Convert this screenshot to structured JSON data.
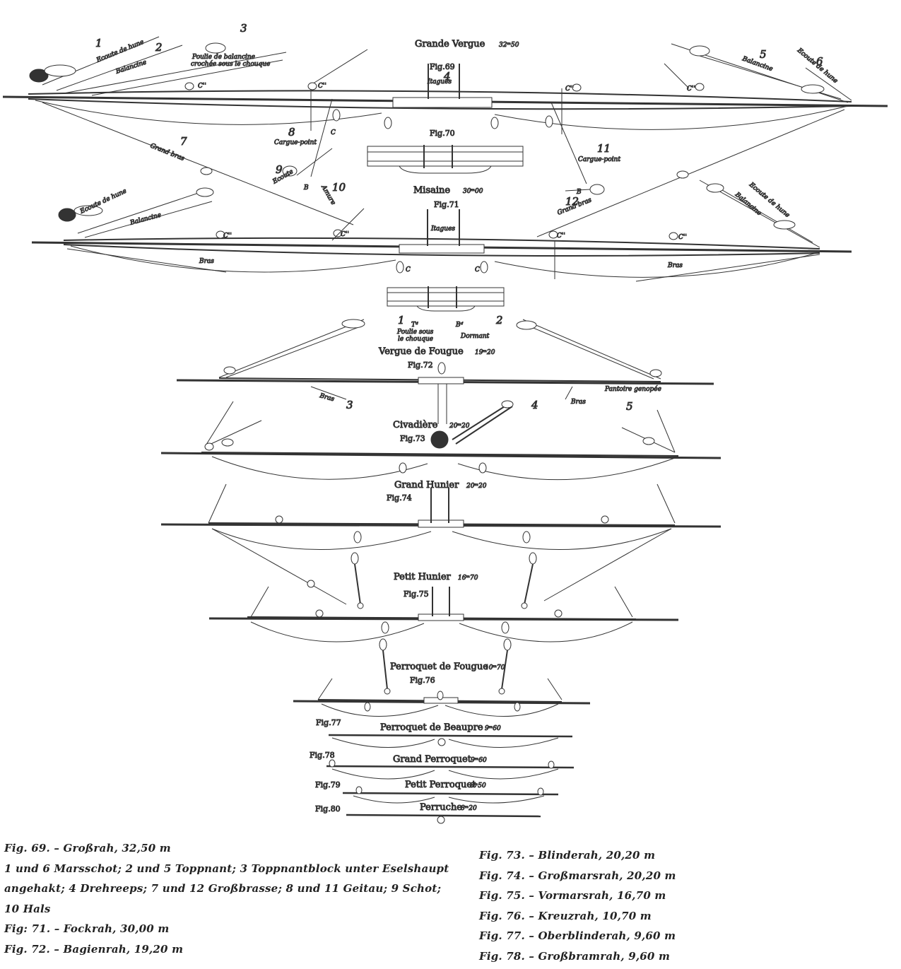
{
  "yards": [
    {
      "fig": "Fig.69",
      "name": "Grande Vergue",
      "length": "32ᵐ50"
    },
    {
      "fig": "Fig.71",
      "name": "Misaine",
      "length": "30ᵐ00"
    },
    {
      "fig": "Fig.72",
      "name": "Vergue de Fougue",
      "length": "19ᵐ20"
    },
    {
      "fig": "Fig.73",
      "name": "Civadière",
      "length": "20ᵐ20"
    },
    {
      "fig": "Fig.74",
      "name": "Grand Hunier",
      "length": "20ᵐ20"
    },
    {
      "fig": "Fig.75",
      "name": "Petit Hunier",
      "length": "16ᵐ70"
    },
    {
      "fig": "Fig.76",
      "name": "Perroquet de Fougue",
      "length": "10ᵐ70"
    },
    {
      "fig": "Fig.77",
      "name": "Perroquet de Beaupre",
      "length": "9ᵐ60"
    },
    {
      "fig": "Fig.78",
      "name": "Grand Perroquet",
      "length": "9ᵐ60"
    },
    {
      "fig": "Fig.79",
      "name": "Petit Perroquet",
      "length": "8ᵐ50"
    },
    {
      "fig": "Fig.80",
      "name": "Perruche",
      "length": "8ᵐ20"
    }
  ],
  "detail_figs": {
    "fig70": "Fig.70"
  },
  "labels": {
    "ecoute_de_hune": "Ecoute de hune",
    "balancine": "Balancine",
    "poulie_de_balancine": "Poulie de balancine",
    "crochee": "crochée sous le chouque",
    "itagues": "Itagues",
    "cargue_point": "Cargue-point",
    "grand_bras": "Grand bras",
    "ecoute": "Ecoute",
    "amure": "Amure",
    "bras": "Bras",
    "poulie_sous": "Poulie sous",
    "le_chouque": "le chouque",
    "dormant": "Dormant",
    "pantoire": "Pantoire genopée",
    "c": "C",
    "c2": "C''",
    "b": "B",
    "td": "Tᵈ",
    "bd": "Bᵈ"
  },
  "numbers": [
    "1",
    "2",
    "3",
    "4",
    "5",
    "6",
    "7",
    "8",
    "9",
    "10",
    "11",
    "12"
  ],
  "caption_left": [
    "Fig. 69. – Großrah, 32,50 m",
    "1 und 6 Marsschot; 2 und 5 Toppnant; 3 Toppnantblock unter Eselshaupt",
    "angehakt; 4 Drehreeps; 7 und 12 Großbrasse; 8 und 11 Geitau; 9 Schot;",
    "10 Hals",
    "Fig: 71. – Fockrah, 30,00 m",
    "Fig. 72. – Bagienrah, 19,20 m"
  ],
  "caption_right": [
    "Fig. 73. – Blinderah, 20,20 m",
    "Fig. 74. – Großmarsrah, 20,20 m",
    "Fig. 75. – Vormarsrah, 16,70 m",
    "Fig. 76. – Kreuzrah, 10,70 m",
    "Fig. 77. – Oberblinderah, 9,60 m",
    "Fig. 78. – Großbramrah, 9,60 m"
  ]
}
